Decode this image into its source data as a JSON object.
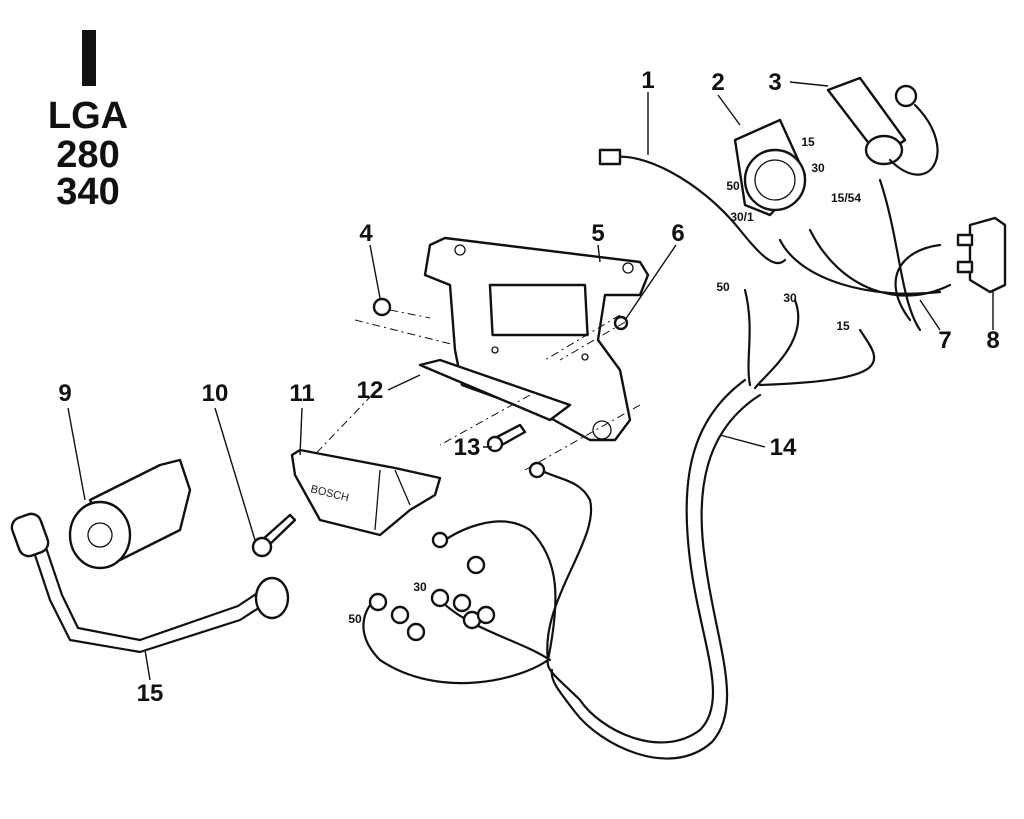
{
  "title": {
    "roman": "I",
    "model": "LGA",
    "variant1": "280",
    "variant2": "340"
  },
  "callouts": [
    "1",
    "2",
    "3",
    "4",
    "5",
    "6",
    "7",
    "8",
    "9",
    "10",
    "11",
    "12",
    "13",
    "14",
    "15"
  ],
  "terminals": {
    "switch_15": "15",
    "switch_30": "30",
    "switch_50": "50",
    "switch_30_1": "30/1",
    "switch_15_54": "15/54",
    "harness_50": "50",
    "harness_30": "30",
    "harness_15": "15",
    "battery_30": "30",
    "battery_50": "50"
  },
  "regulator_brand": "BOSCH"
}
